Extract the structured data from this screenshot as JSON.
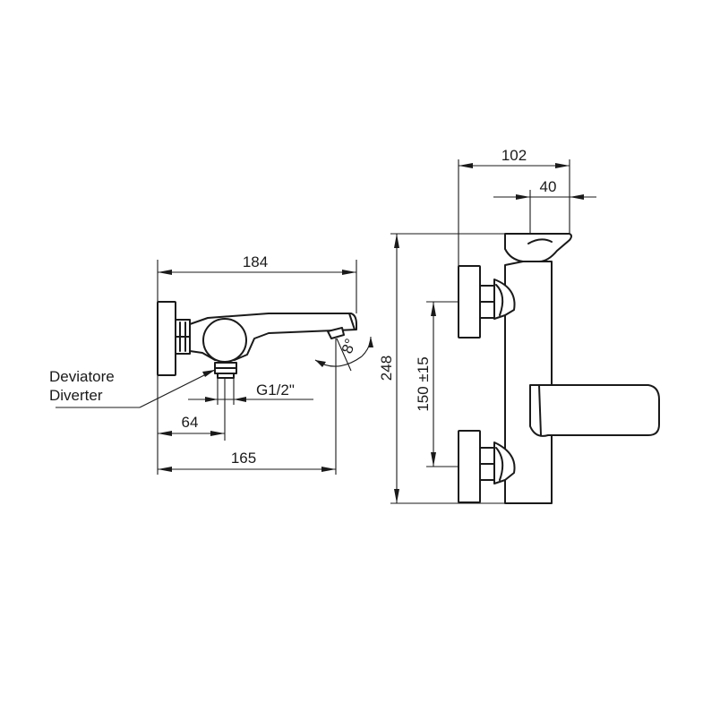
{
  "side_view": {
    "dim_total_length": "184",
    "dim_diverter_offset": "64",
    "dim_wall_to_spout": "165",
    "thread_label": "G1/2\"",
    "angle_label": "8°",
    "diverter_label_it": "Deviatore",
    "diverter_label_en": "Diverter"
  },
  "front_view": {
    "dim_width": "102",
    "dim_handle": "40",
    "dim_height": "248",
    "dim_centers": "150 ±15"
  }
}
